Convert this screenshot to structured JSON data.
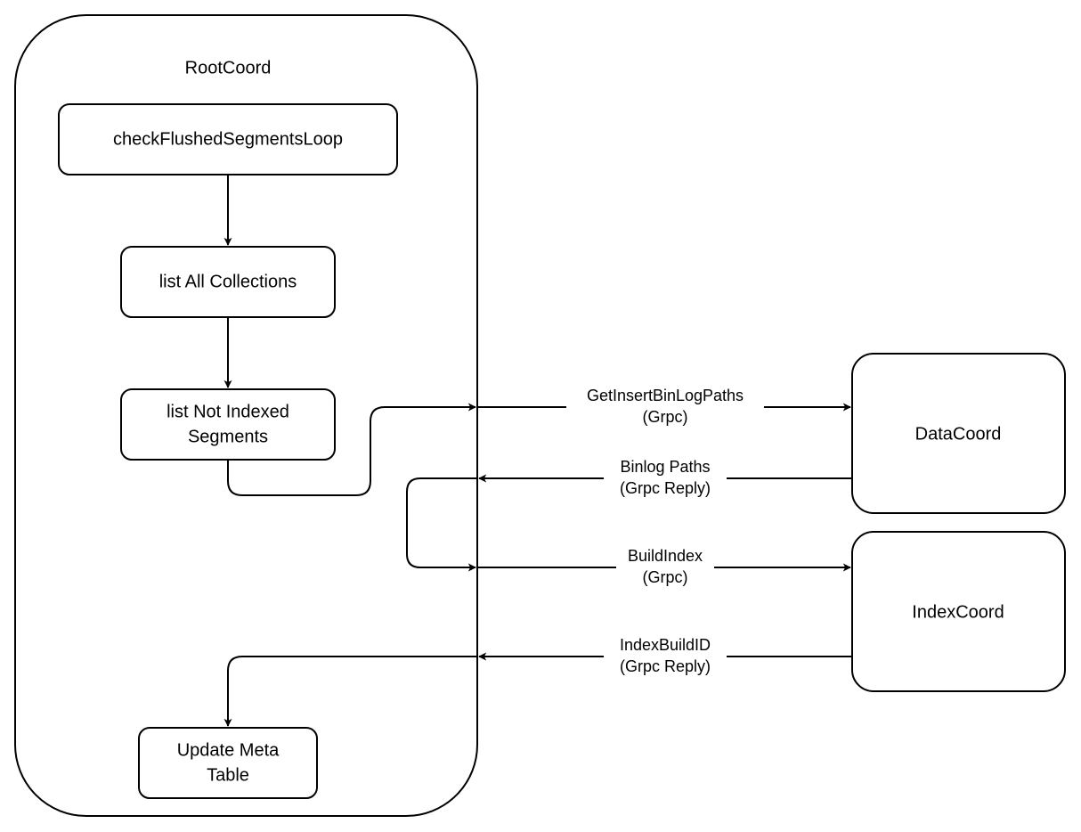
{
  "diagram": {
    "container": {
      "title": "RootCoord"
    },
    "steps": {
      "check_flushed": "checkFlushedSegmentsLoop",
      "list_collections": "list All Collections",
      "list_not_indexed": [
        "list Not Indexed",
        "Segments"
      ],
      "update_meta": [
        "Update Meta",
        "Table"
      ]
    },
    "services": {
      "data_coord": "DataCoord",
      "index_coord": "IndexCoord"
    },
    "messages": {
      "get_insert_binlog_paths": [
        "GetInsertBinLogPaths",
        "(Grpc)"
      ],
      "binlog_paths": [
        "Binlog Paths",
        "(Grpc Reply)"
      ],
      "build_index": [
        "BuildIndex",
        "(Grpc)"
      ],
      "index_build_id": [
        "IndexBuildID",
        "(Grpc Reply)"
      ]
    }
  }
}
